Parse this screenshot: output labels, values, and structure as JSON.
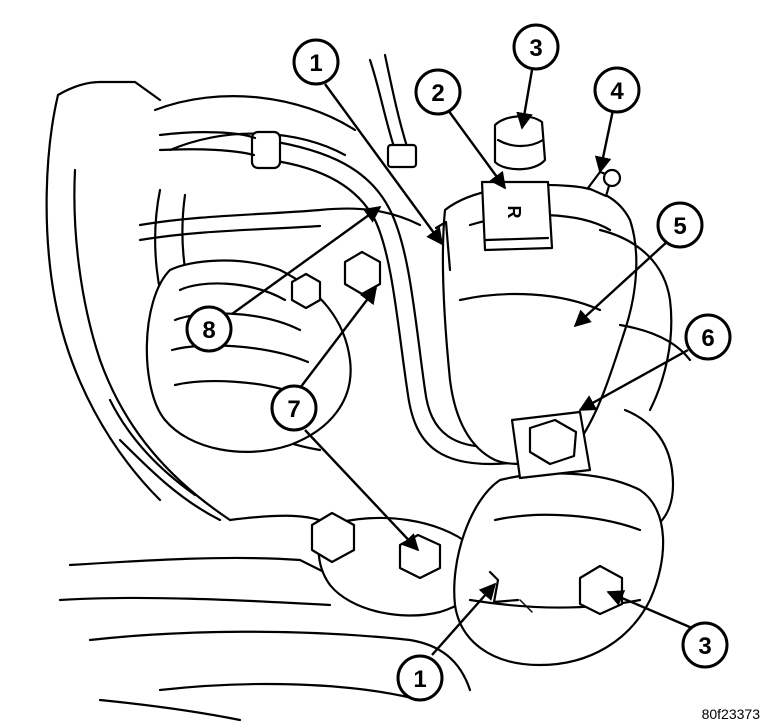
{
  "diagram": {
    "reference_code": "80f23373",
    "housing_mark": "R",
    "callouts": [
      {
        "id": "callout-1-top",
        "number": "1"
      },
      {
        "id": "callout-2",
        "number": "2"
      },
      {
        "id": "callout-3-top",
        "number": "3"
      },
      {
        "id": "callout-4",
        "number": "4"
      },
      {
        "id": "callout-5",
        "number": "5"
      },
      {
        "id": "callout-6",
        "number": "6"
      },
      {
        "id": "callout-7",
        "number": "7"
      },
      {
        "id": "callout-8",
        "number": "8"
      },
      {
        "id": "callout-3-bottom",
        "number": "3"
      },
      {
        "id": "callout-1-bottom",
        "number": "1"
      }
    ]
  }
}
